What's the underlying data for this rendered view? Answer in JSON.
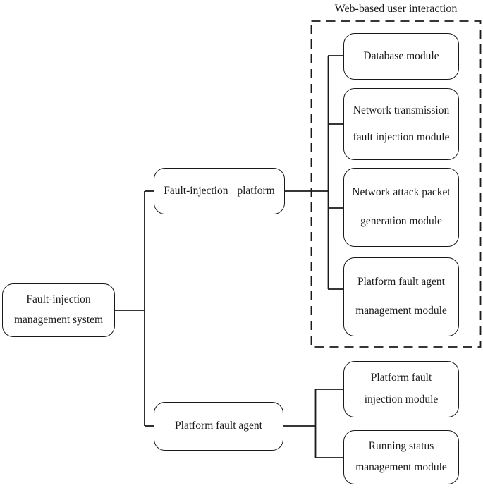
{
  "diagram": {
    "title_hint": "Fault-injection management system architecture",
    "group_label": "Web-based user interaction",
    "colors": {
      "line": "#1a1a1a",
      "background": "#ffffff"
    },
    "nodes": {
      "root": {
        "line1": "Fault-injection",
        "line2": "management system"
      },
      "platform": {
        "label": "Fault-injection platform"
      },
      "agent": {
        "label": "Platform fault agent"
      },
      "database": {
        "label": "Database module"
      },
      "net_transmission": {
        "line1": "Network transmission",
        "line2": "fault injection module"
      },
      "net_attack": {
        "line1": "Network attack packet",
        "line2": "generation module"
      },
      "agent_mgmt": {
        "line1": "Platform fault agent",
        "line2": "management module"
      },
      "fault_injection": {
        "line1": "Platform fault",
        "line2": "injection module"
      },
      "running_status": {
        "line1": "Running status",
        "line2": "management module"
      }
    },
    "edges": [
      "root - platform",
      "root - agent",
      "platform - database",
      "platform - net_transmission",
      "platform - net_attack",
      "platform - agent_mgmt",
      "agent - fault_injection",
      "agent - running_status"
    ]
  }
}
